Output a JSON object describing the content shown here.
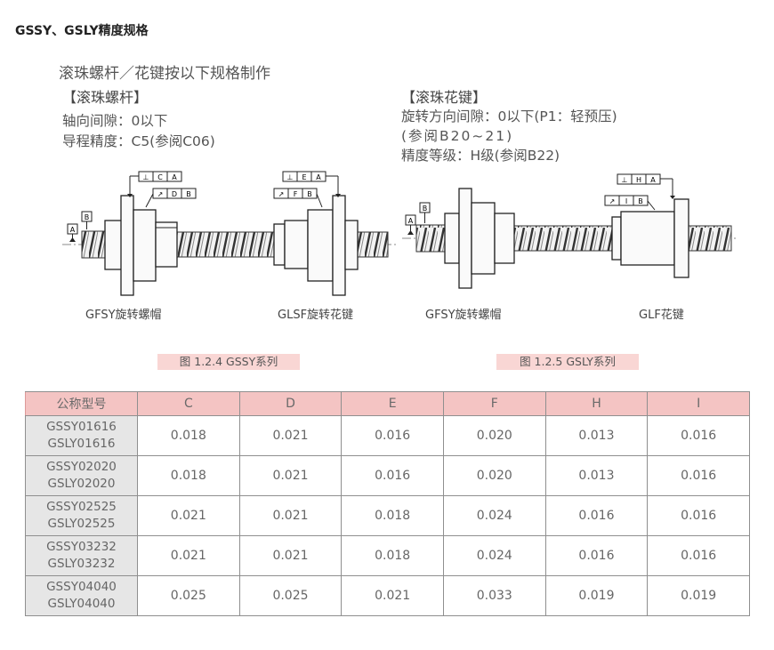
{
  "page_title": "GSSY、GSLY精度规格",
  "intro": "滚珠螺杆／花键按以下规格制作",
  "left_spec": {
    "heading": "【滚珠螺杆】",
    "lines": [
      "轴向间隙：0以下",
      "导程精度：C5(参阅C06)"
    ]
  },
  "right_spec": {
    "heading": "【滚珠花键】",
    "lines": [
      "旋转方向间隙：0以下(P1：轻预压)",
      "(参阅B20~21)",
      "精度等级：H级(参阅B22)"
    ]
  },
  "figures": {
    "fig1": {
      "part1_label": "GFSY旋转螺帽",
      "part2_label": "GLSF旋转花键",
      "caption": "图 1.2.4 GSSY系列",
      "datum_a": "A",
      "datum_b": "B",
      "tol_top1": [
        "⊥",
        "C",
        "A"
      ],
      "tol_mid1": [
        "↗",
        "D",
        "B"
      ],
      "tol_top2": [
        "⊥",
        "E",
        "A"
      ],
      "tol_mid2": [
        "↗",
        "F",
        "B"
      ]
    },
    "fig2": {
      "part1_label": "GFSY旋转螺帽",
      "part2_label": "GLF花键",
      "caption": "图 1.2.5 GSLY系列",
      "datum_a": "A",
      "datum_b": "B",
      "tol_top": [
        "⊥",
        "H",
        "A"
      ],
      "tol_mid": [
        "↗",
        "I",
        "B"
      ]
    }
  },
  "table": {
    "headers": [
      "公称型号",
      "C",
      "D",
      "E",
      "F",
      "H",
      "I"
    ],
    "rows": [
      {
        "model1": "GSSY01616",
        "model2": "GSLY01616",
        "values": [
          "0.018",
          "0.021",
          "0.016",
          "0.020",
          "0.013",
          "0.016"
        ]
      },
      {
        "model1": "GSSY02020",
        "model2": "GSLY02020",
        "values": [
          "0.018",
          "0.021",
          "0.016",
          "0.020",
          "0.013",
          "0.016"
        ]
      },
      {
        "model1": "GSSY02525",
        "model2": "GSLY02525",
        "values": [
          "0.021",
          "0.021",
          "0.018",
          "0.024",
          "0.016",
          "0.016"
        ]
      },
      {
        "model1": "GSSY03232",
        "model2": "GSLY03232",
        "values": [
          "0.021",
          "0.021",
          "0.018",
          "0.024",
          "0.016",
          "0.016"
        ]
      },
      {
        "model1": "GSSY04040",
        "model2": "GSLY04040",
        "values": [
          "0.025",
          "0.025",
          "0.021",
          "0.033",
          "0.019",
          "0.019"
        ]
      }
    ]
  }
}
